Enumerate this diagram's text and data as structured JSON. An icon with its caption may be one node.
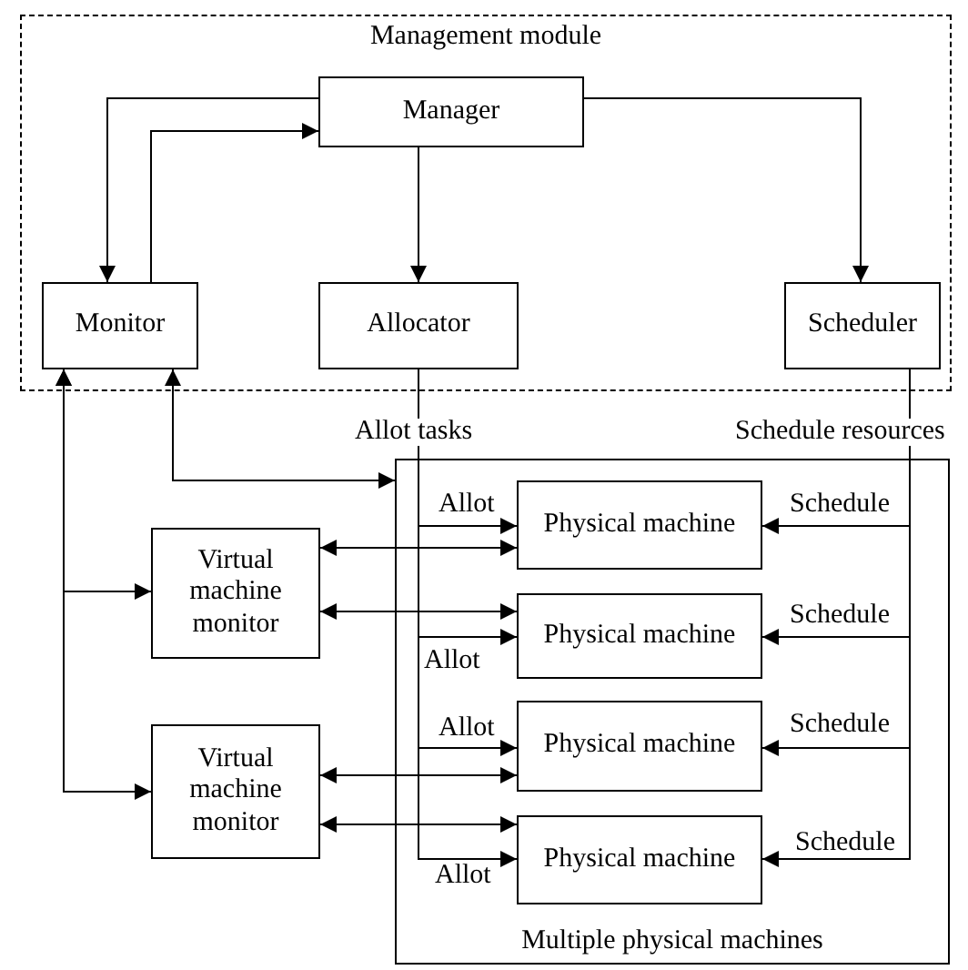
{
  "diagram": {
    "nodes": [
      {
        "text": [
          "Management module"
        ]
      },
      {
        "text": [
          "Manager"
        ],
        "in": 0
      },
      {
        "text": [
          "Monitor"
        ],
        "in": 0
      },
      {
        "text": [
          "Allocator"
        ],
        "in": 0
      },
      {
        "text": [
          "Scheduler"
        ],
        "in": 0
      },
      {
        "text": [
          "Multiple physical machines"
        ]
      },
      {
        "text": [
          "Physical machine"
        ],
        "in": 5
      },
      {
        "text": [
          "Physical machine"
        ],
        "in": 5
      },
      {
        "text": [
          "Physical machine"
        ],
        "in": 5
      },
      {
        "text": [
          "Physical machine"
        ],
        "in": 5
      },
      {
        "text": [
          "Virtual machine monitor"
        ]
      },
      {
        "text": [
          "Virtual machine monitor"
        ]
      }
    ],
    "edges": [
      {
        "from": 1,
        "to": 2,
        "arrow": "to"
      },
      {
        "from": 2,
        "to": 1,
        "arrow": "to"
      },
      {
        "from": 1,
        "to": 3,
        "arrow": "to"
      },
      {
        "from": 1,
        "to": 4,
        "arrow": "to"
      },
      {
        "from": 2,
        "to": 5,
        "arrow": "both"
      },
      {
        "from": 2,
        "to": 10,
        "arrow": "both"
      },
      {
        "from": 2,
        "to": 11,
        "arrow": "both"
      },
      {
        "from": 3,
        "to": 6,
        "arrow": "to",
        "label": "Allot"
      },
      {
        "from": 3,
        "to": 7,
        "arrow": "to",
        "label": "Allot"
      },
      {
        "from": 3,
        "to": 8,
        "arrow": "to",
        "label": "Allot"
      },
      {
        "from": 3,
        "to": 9,
        "arrow": "to",
        "label": "Allot"
      },
      {
        "from": 4,
        "to": 6,
        "arrow": "to",
        "label": "Schedule"
      },
      {
        "from": 4,
        "to": 7,
        "arrow": "to",
        "label": "Schedule"
      },
      {
        "from": 4,
        "to": 8,
        "arrow": "to",
        "label": "Schedule"
      },
      {
        "from": 4,
        "to": 9,
        "arrow": "to",
        "label": "Schedule"
      },
      {
        "from": 10,
        "to": 6,
        "arrow": "both"
      },
      {
        "from": 10,
        "to": 7,
        "arrow": "both"
      },
      {
        "from": 11,
        "to": 8,
        "arrow": "both"
      },
      {
        "from": 11,
        "to": 9,
        "arrow": "both"
      }
    ],
    "labels": [
      "Allot tasks",
      "Schedule resources"
    ]
  }
}
